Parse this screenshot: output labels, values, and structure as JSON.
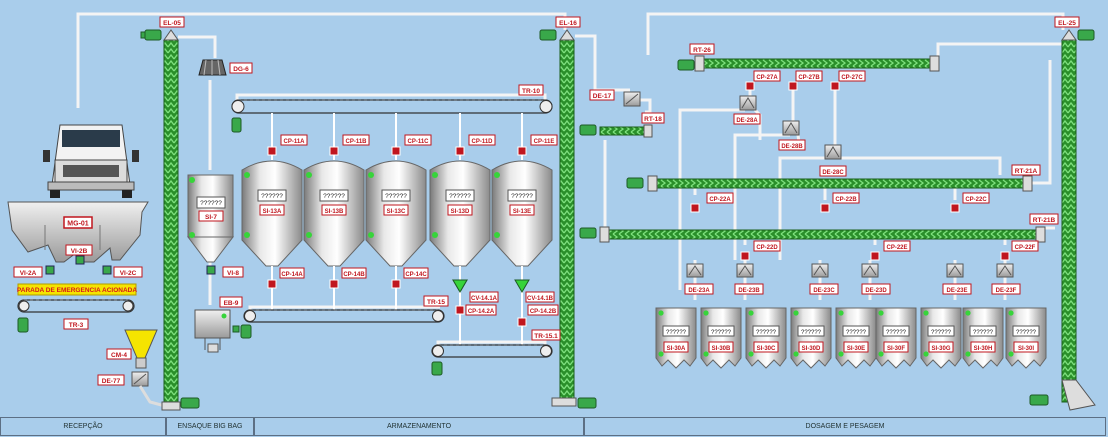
{
  "sections": [
    "RECEPÇÃO",
    "ENSAQUE BIG BAG",
    "ARMAZENAMENTO",
    "DOSAGEM E PESAGEM"
  ],
  "alarm": "PARADA DE EMERGENCIA ACIONADA",
  "unknown_value": "??????",
  "tags": {
    "el05": "EL-05",
    "el16": "EL-16",
    "el25": "EL-25",
    "dg6": "DG-6",
    "mg01": "MG-01",
    "vi2a": "VI-2A",
    "vi2b": "VI-2B",
    "vi2c": "VI-2C",
    "vi8": "VI-8",
    "tr3": "TR-3",
    "tr10": "TR-10",
    "tr15": "TR-15",
    "tr151": "TR-15.1",
    "cm4": "CM-4",
    "de77": "DE-77",
    "eb9": "EB-9",
    "si7": "SI-7",
    "de17": "DE-17",
    "rt18": "RT-18",
    "rt26": "RT-26",
    "rt21a": "RT-21A",
    "rt21b": "RT-21B",
    "de28a": "DE-28A",
    "de28b": "DE-28B",
    "de28c": "DE-28C",
    "cv141a": "CV-14.1A",
    "cv141b": "CV-14.1B",
    "cp142a": "CP-14.2A",
    "cp142b": "CP-14.2B"
  },
  "silos13": [
    {
      "name": "SI-13A",
      "top": "CP-11A",
      "bottom": "CP-14A"
    },
    {
      "name": "SI-13B",
      "top": "CP-11B",
      "bottom": "CP-14B"
    },
    {
      "name": "SI-13C",
      "top": "CP-11C",
      "bottom": "CP-14C"
    },
    {
      "name": "SI-13D",
      "top": "CP-11D"
    },
    {
      "name": "SI-13E",
      "top": "CP-11E"
    }
  ],
  "cp27": [
    "CP-27A",
    "CP-27B",
    "CP-27C"
  ],
  "cp22_row1": [
    "CP-22A",
    "CP-22B",
    "CP-22C"
  ],
  "cp22_row2": [
    "CP-22D",
    "CP-22E",
    "CP-22F"
  ],
  "de23": [
    "DE-23A",
    "DE-23B",
    "DE-23C",
    "DE-23D",
    "DE-23E",
    "DE-23F"
  ],
  "silos30": [
    "SI-30A",
    "SI-30B",
    "SI-30C",
    "SI-30D",
    "SI-30E",
    "SI-30F",
    "SI-30G",
    "SI-30H",
    "SI-30I"
  ],
  "colors": {
    "background": "#a9cdeb",
    "conveyor_green": "#2fa62f",
    "alarm_yellow": "#f5e400",
    "tag_red": "#c0161e",
    "motor_green": "#39a84a",
    "status_led": "#37d43a"
  }
}
